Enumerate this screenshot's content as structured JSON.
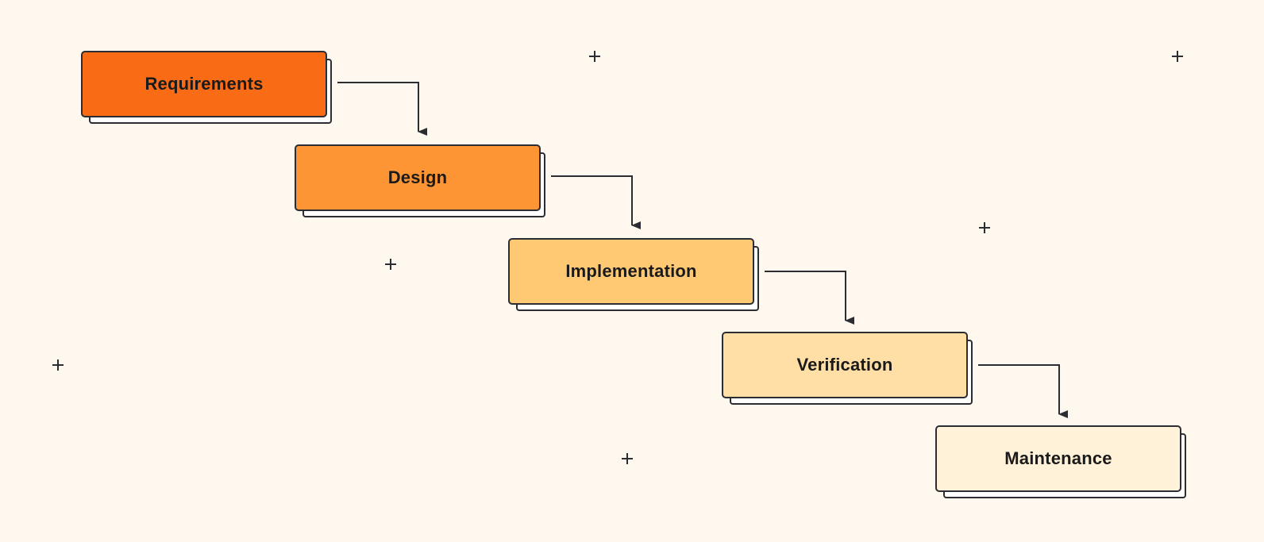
{
  "stages": [
    {
      "label": "Requirements",
      "color": "#fa6b16"
    },
    {
      "label": "Design",
      "color": "#fd9535"
    },
    {
      "label": "Implementation",
      "color": "#ffc973"
    },
    {
      "label": "Verification",
      "color": "#ffdfa6"
    },
    {
      "label": "Maintenance",
      "color": "#fff2d9"
    }
  ],
  "colors": {
    "background": "#fef8ee",
    "outline": "#2b2d33",
    "shadow_fill": "#ffffff"
  },
  "icons": {
    "decoration": "plus-icon",
    "connector": "arrow-down-icon"
  }
}
